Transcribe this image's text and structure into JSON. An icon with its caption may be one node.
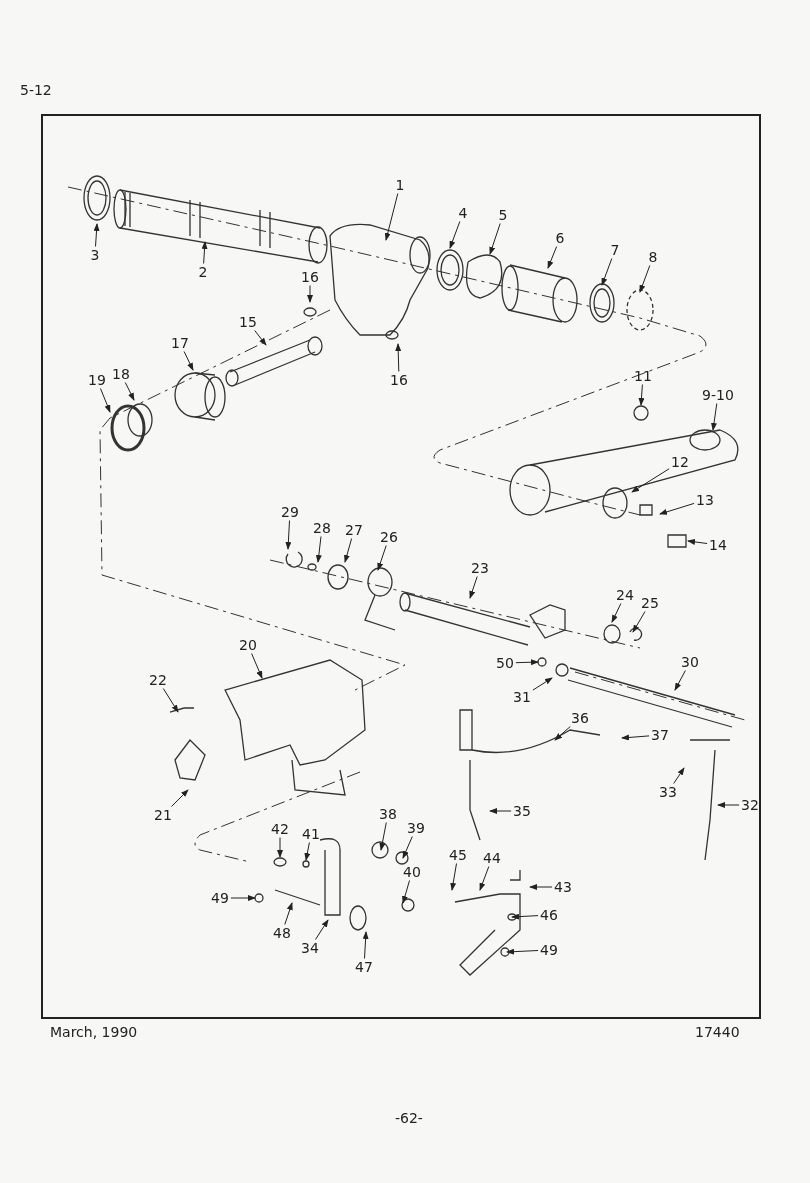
{
  "diagram": {
    "nodes": [
      {
        "text": [
          "1"
        ]
      },
      {
        "text": [
          "3"
        ]
      },
      {
        "text": [
          "2"
        ]
      },
      {
        "text": [
          "4"
        ]
      },
      {
        "text": [
          "5"
        ]
      },
      {
        "text": [
          "6"
        ]
      },
      {
        "text": [
          "7"
        ]
      },
      {
        "text": [
          "8"
        ]
      },
      {
        "text": [
          "16"
        ]
      },
      {
        "text": [
          "15"
        ]
      },
      {
        "text": [
          "17"
        ]
      },
      {
        "text": [
          "19"
        ]
      },
      {
        "text": [
          "18"
        ]
      },
      {
        "text": [
          "16"
        ]
      },
      {
        "text": [
          "11"
        ]
      },
      {
        "text": [
          "9-10"
        ]
      },
      {
        "text": [
          "12"
        ]
      },
      {
        "text": [
          "13"
        ]
      },
      {
        "text": [
          "14"
        ]
      },
      {
        "text": [
          "29"
        ]
      },
      {
        "text": [
          "27"
        ]
      },
      {
        "text": [
          "28"
        ]
      },
      {
        "text": [
          "26"
        ]
      },
      {
        "text": [
          "23"
        ]
      },
      {
        "text": [
          "24"
        ]
      },
      {
        "text": [
          "25"
        ]
      },
      {
        "text": [
          "20"
        ]
      },
      {
        "text": [
          "50"
        ]
      },
      {
        "text": [
          "30"
        ]
      },
      {
        "text": [
          "31"
        ]
      },
      {
        "text": [
          "22"
        ]
      },
      {
        "text": [
          "36"
        ]
      },
      {
        "text": [
          "37"
        ]
      },
      {
        "text": [
          "33"
        ]
      },
      {
        "text": [
          "32"
        ]
      },
      {
        "text": [
          "35"
        ]
      },
      {
        "text": [
          "21"
        ]
      },
      {
        "text": [
          "38"
        ]
      },
      {
        "text": [
          "39"
        ]
      },
      {
        "text": [
          "42"
        ]
      },
      {
        "text": [
          "41"
        ]
      },
      {
        "text": [
          "45"
        ]
      },
      {
        "text": [
          "44"
        ]
      },
      {
        "text": [
          "40"
        ]
      },
      {
        "text": [
          "43"
        ]
      },
      {
        "text": [
          "49"
        ]
      },
      {
        "text": [
          "46"
        ]
      },
      {
        "text": [
          "48"
        ]
      },
      {
        "text": [
          "34"
        ]
      },
      {
        "text": [
          "49"
        ]
      },
      {
        "text": [
          "47"
        ]
      }
    ],
    "edges": [
      {
        "from": 0,
        "to": null,
        "arrow": "to"
      },
      {
        "from": 1,
        "to": null,
        "arrow": "to"
      },
      {
        "from": 2,
        "to": null,
        "arrow": "to"
      },
      {
        "from": 3,
        "to": null,
        "arrow": "to"
      },
      {
        "from": 4,
        "to": null,
        "arrow": "to"
      },
      {
        "from": 5,
        "to": null,
        "arrow": "to"
      },
      {
        "from": 6,
        "to": null,
        "arrow": "to"
      },
      {
        "from": 7,
        "to": null,
        "arrow": "to"
      },
      {
        "from": 8,
        "to": null,
        "arrow": "to"
      },
      {
        "from": 9,
        "to": null,
        "arrow": "to"
      },
      {
        "from": 10,
        "to": null,
        "arrow": "to"
      },
      {
        "from": 11,
        "to": null,
        "arrow": "to"
      },
      {
        "from": 12,
        "to": null,
        "arrow": "to"
      },
      {
        "from": 13,
        "to": null,
        "arrow": "to"
      },
      {
        "from": 14,
        "to": null,
        "arrow": "to"
      },
      {
        "from": 15,
        "to": null,
        "arrow": "to"
      },
      {
        "from": 16,
        "to": null,
        "arrow": "to"
      },
      {
        "from": 17,
        "to": null,
        "arrow": "to"
      },
      {
        "from": 18,
        "to": null,
        "arrow": "to"
      },
      {
        "from": 19,
        "to": null,
        "arrow": "to"
      },
      {
        "from": 20,
        "to": null,
        "arrow": "to"
      },
      {
        "from": 21,
        "to": null,
        "arrow": "to"
      },
      {
        "from": 22,
        "to": null,
        "arrow": "to"
      },
      {
        "from": 23,
        "to": null,
        "arrow": "to"
      },
      {
        "from": 24,
        "to": null,
        "arrow": "to"
      },
      {
        "from": 25,
        "to": null,
        "arrow": "to"
      },
      {
        "from": 26,
        "to": null,
        "arrow": "to"
      },
      {
        "from": 27,
        "to": null,
        "arrow": "to"
      },
      {
        "from": 28,
        "to": null,
        "arrow": "to"
      },
      {
        "from": 29,
        "to": null,
        "arrow": "to"
      },
      {
        "from": 30,
        "to": null,
        "arrow": "to"
      },
      {
        "from": 31,
        "to": null,
        "arrow": "to"
      },
      {
        "from": 32,
        "to": null,
        "arrow": "to"
      },
      {
        "from": 33,
        "to": null,
        "arrow": "to"
      },
      {
        "from": 34,
        "to": null,
        "arrow": "to"
      },
      {
        "from": 35,
        "to": null,
        "arrow": "to"
      },
      {
        "from": 36,
        "to": null,
        "arrow": "to"
      },
      {
        "from": 37,
        "to": null,
        "arrow": "to"
      },
      {
        "from": 38,
        "to": null,
        "arrow": "to"
      },
      {
        "from": 39,
        "to": null,
        "arrow": "to"
      },
      {
        "from": 40,
        "to": null,
        "arrow": "to"
      },
      {
        "from": 41,
        "to": null,
        "arrow": "to"
      },
      {
        "from": 42,
        "to": null,
        "arrow": "to"
      },
      {
        "from": 43,
        "to": null,
        "arrow": "to"
      },
      {
        "from": 44,
        "to": null,
        "arrow": "to"
      },
      {
        "from": 45,
        "to": null,
        "arrow": "to"
      },
      {
        "from": 46,
        "to": null,
        "arrow": "to"
      },
      {
        "from": 47,
        "to": null,
        "arrow": "to"
      },
      {
        "from": 48,
        "to": null,
        "arrow": "to"
      },
      {
        "from": 49,
        "to": null,
        "arrow": "to"
      },
      {
        "from": 50,
        "to": null,
        "arrow": "to"
      }
    ],
    "labels": [
      "5-12",
      "March, 1990",
      "17440",
      "-62-"
    ]
  }
}
